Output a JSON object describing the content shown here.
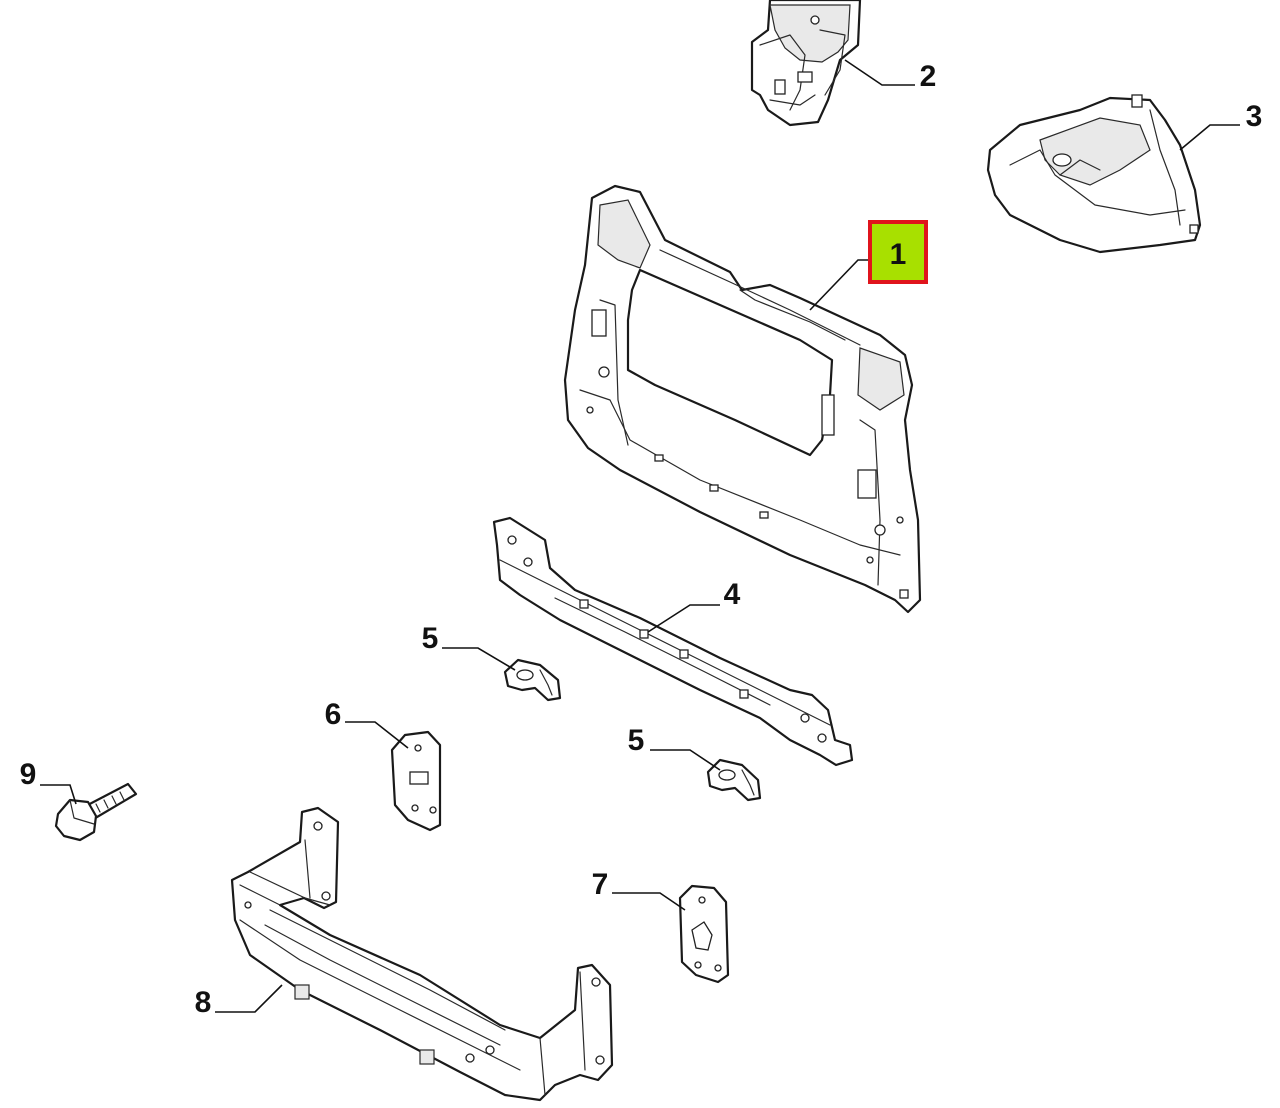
{
  "callouts": {
    "c1": "1",
    "c2": "2",
    "c3": "3",
    "c4": "4",
    "c5a": "5",
    "c5b": "5",
    "c6": "6",
    "c7": "7",
    "c8": "8",
    "c9": "9"
  },
  "colors": {
    "highlight_fill": "#a8e000",
    "highlight_border": "#e0141c",
    "line": "#1a1a1a",
    "background": "#ffffff"
  }
}
